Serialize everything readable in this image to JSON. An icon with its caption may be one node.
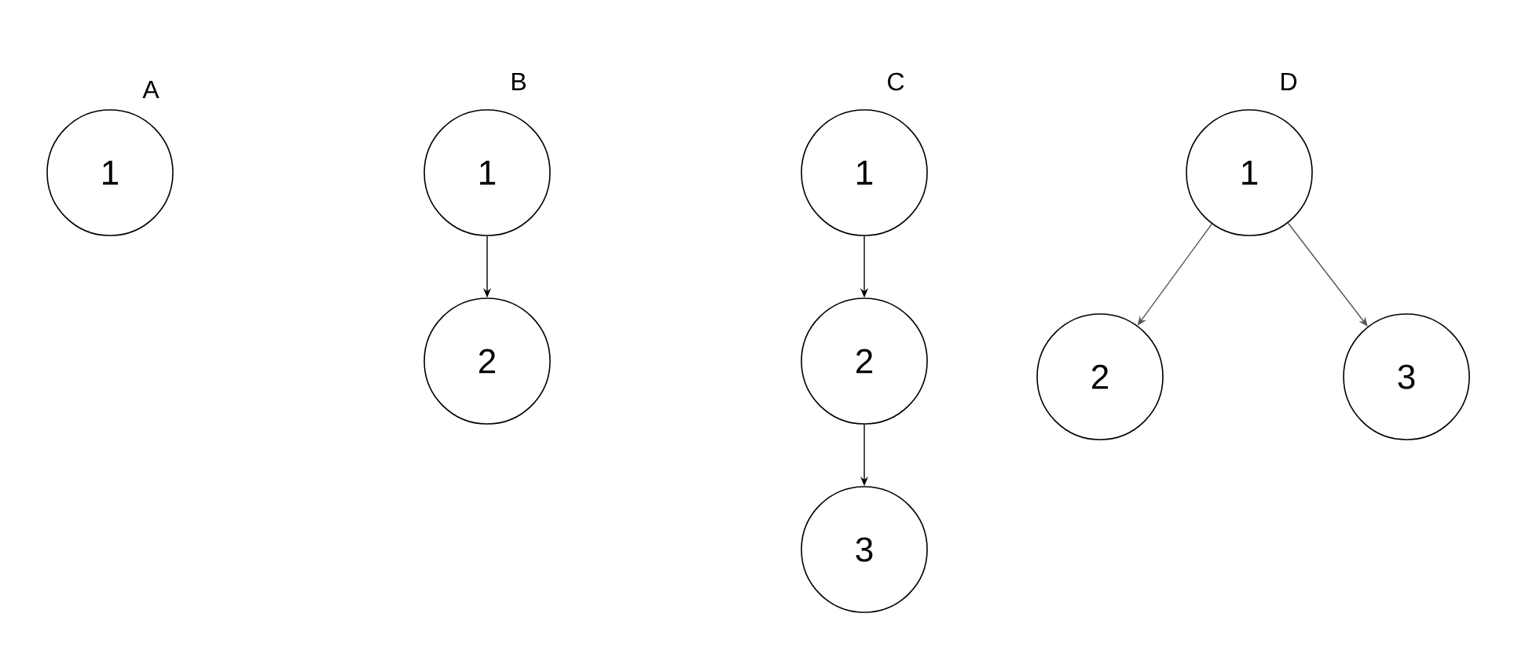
{
  "diagram": {
    "nodes": [
      {
        "text": [
          "1"
        ]
      },
      {
        "text": [
          "1"
        ]
      },
      {
        "text": [
          "2"
        ]
      },
      {
        "text": [
          "1"
        ]
      },
      {
        "text": [
          "2"
        ]
      },
      {
        "text": [
          "3"
        ]
      },
      {
        "text": [
          "1"
        ]
      },
      {
        "text": [
          "2"
        ]
      },
      {
        "text": [
          "3"
        ]
      }
    ],
    "edges": [
      {
        "from": 1,
        "to": 2,
        "arrow": "to"
      },
      {
        "from": 3,
        "to": 4,
        "arrow": "to"
      },
      {
        "from": 4,
        "to": 5,
        "arrow": "to"
      },
      {
        "from": 6,
        "to": 7,
        "arrow": "to",
        "color": "#555555"
      },
      {
        "from": 6,
        "to": 8,
        "arrow": "to",
        "color": "#555555"
      }
    ],
    "labels": [
      "A",
      "B",
      "C",
      "D"
    ]
  }
}
